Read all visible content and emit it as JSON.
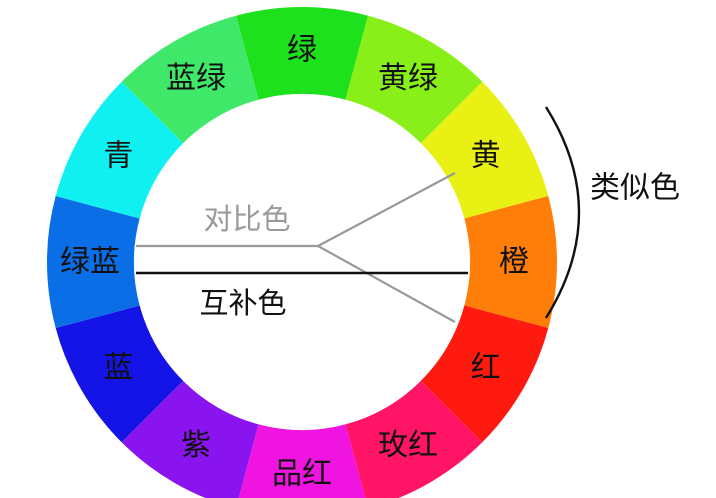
{
  "wheel": {
    "segments": [
      {
        "label": "绿",
        "color": "#1ee11e"
      },
      {
        "label": "黄绿",
        "color": "#88f018"
      },
      {
        "label": "黄",
        "color": "#e8f014"
      },
      {
        "label": "橙",
        "color": "#ff7e0a"
      },
      {
        "label": "红",
        "color": "#ff1a10"
      },
      {
        "label": "玫红",
        "color": "#ff1466"
      },
      {
        "label": "品红",
        "color": "#f014e0"
      },
      {
        "label": "紫",
        "color": "#8a14f0"
      },
      {
        "label": "蓝",
        "color": "#1414e6"
      },
      {
        "label": "绿蓝",
        "color": "#0a6ee6"
      },
      {
        "label": "青",
        "color": "#10f0f0"
      },
      {
        "label": "蓝绿",
        "color": "#40e86a"
      }
    ]
  },
  "labels": {
    "contrast": "对比色",
    "complementary": "互补色",
    "analogous": "类似色"
  },
  "colors": {
    "contrast_line": "#999999",
    "complementary_line": "#111111",
    "contrast_text": "#9a9a9a",
    "complementary_text": "#111111"
  }
}
